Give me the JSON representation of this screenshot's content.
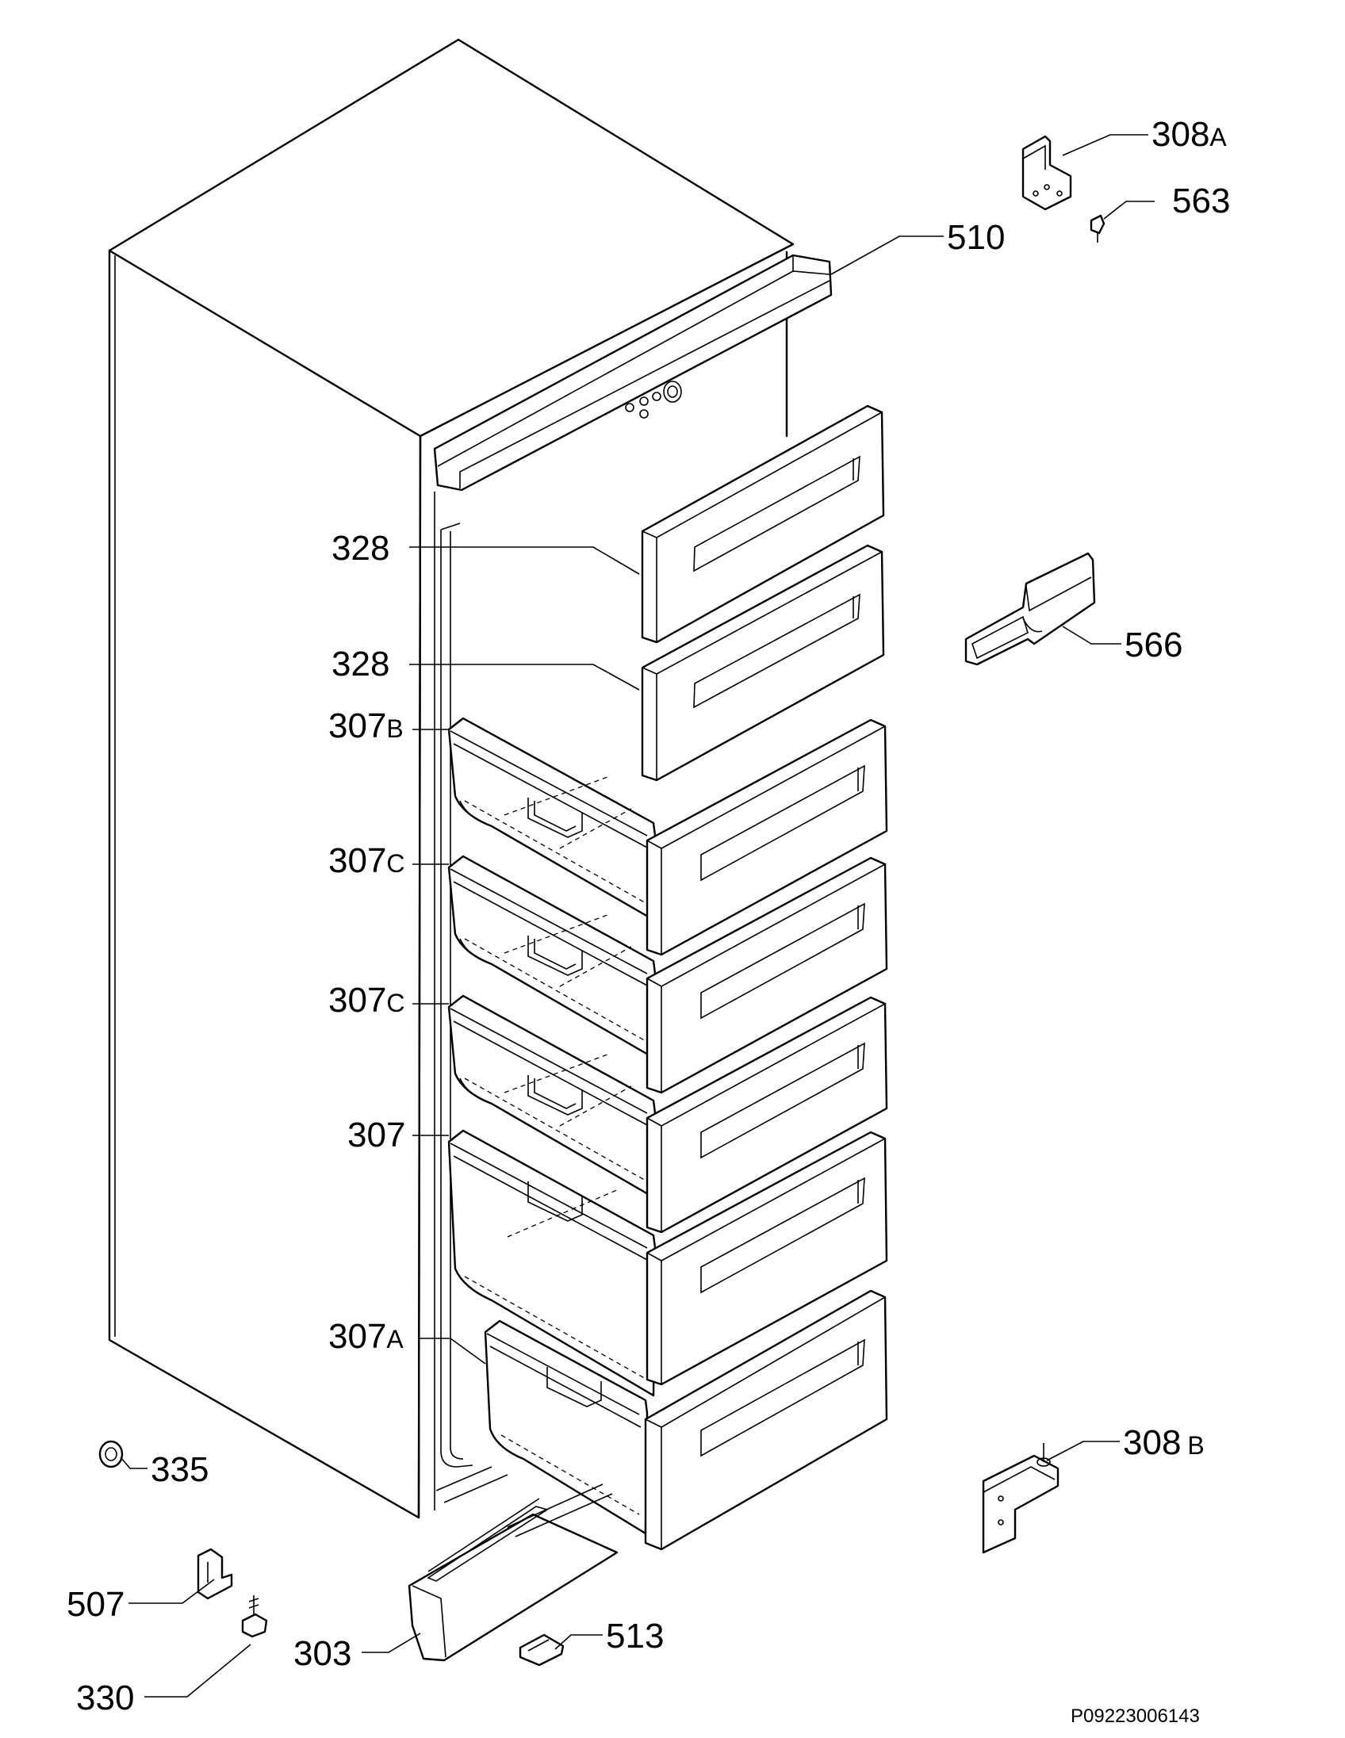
{
  "drawing_code": "P09223006143",
  "labels": [
    {
      "id": "308A",
      "main": "308",
      "sub": "A"
    },
    {
      "id": "563",
      "main": "563",
      "sub": ""
    },
    {
      "id": "510",
      "main": "510",
      "sub": ""
    },
    {
      "id": "328a",
      "main": "328",
      "sub": ""
    },
    {
      "id": "328b",
      "main": "328",
      "sub": ""
    },
    {
      "id": "566",
      "main": "566",
      "sub": ""
    },
    {
      "id": "307B",
      "main": "307",
      "sub": "B"
    },
    {
      "id": "307C1",
      "main": "307",
      "sub": "C"
    },
    {
      "id": "307C2",
      "main": "307",
      "sub": "C"
    },
    {
      "id": "307",
      "main": "307",
      "sub": ""
    },
    {
      "id": "307A",
      "main": "307",
      "sub": "A"
    },
    {
      "id": "308B",
      "main": "308",
      "sub": "B"
    },
    {
      "id": "335",
      "main": "335",
      "sub": ""
    },
    {
      "id": "507",
      "main": "507",
      "sub": ""
    },
    {
      "id": "513",
      "main": "513",
      "sub": ""
    },
    {
      "id": "303",
      "main": "303",
      "sub": ""
    },
    {
      "id": "330",
      "main": "330",
      "sub": ""
    }
  ]
}
